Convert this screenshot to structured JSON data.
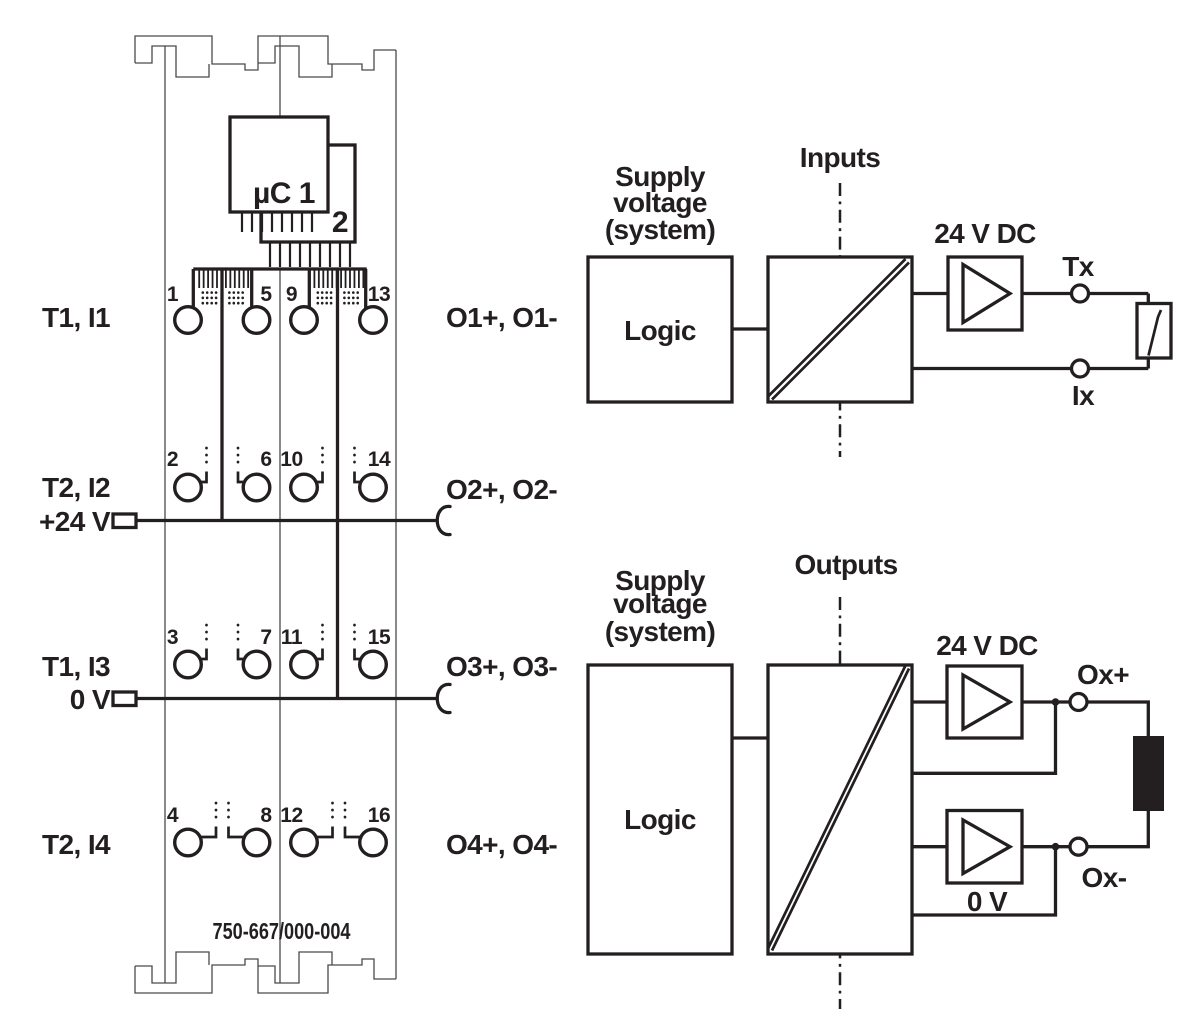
{
  "colors": {
    "ink": "#231f20",
    "housing_outline": "#4a4a4a",
    "background": "#ffffff"
  },
  "module": {
    "part_number": "750-667/000-004",
    "microcontroller_label": "µC 1",
    "block2_label": "2",
    "terminal_rows": [
      [
        "1",
        "5",
        "9",
        "13"
      ],
      [
        "2",
        "6",
        "10",
        "14"
      ],
      [
        "3",
        "7",
        "11",
        "15"
      ],
      [
        "4",
        "8",
        "12",
        "16"
      ]
    ],
    "left_labels": {
      "row1": "T1, I1",
      "row2": "T2, I2",
      "supply_24v": "+24 V",
      "row3": "T1, I3",
      "supply_0v": "0 V",
      "row4": "T2, I4"
    },
    "right_labels": {
      "row1": "O1+, O1-",
      "row2": "O2+, O2-",
      "row3": "O3+, O3-",
      "row4": "O4+, O4-"
    }
  },
  "input_diagram": {
    "supply_line1": "Supply",
    "supply_line2": "voltage",
    "supply_line3": "(system)",
    "section_label": "Inputs",
    "logic_label": "Logic",
    "driver_label": "24 V DC",
    "tx_label": "Tx",
    "ix_label": "Ix"
  },
  "output_diagram": {
    "supply_line1": "Supply",
    "supply_line2": "voltage",
    "supply_line3": "(system)",
    "section_label": "Outputs",
    "logic_label": "Logic",
    "driver_top_label": "24 V DC",
    "driver_bottom_label": "0 V",
    "ox_plus_label": "Ox+",
    "ox_minus_label": "Ox-"
  }
}
